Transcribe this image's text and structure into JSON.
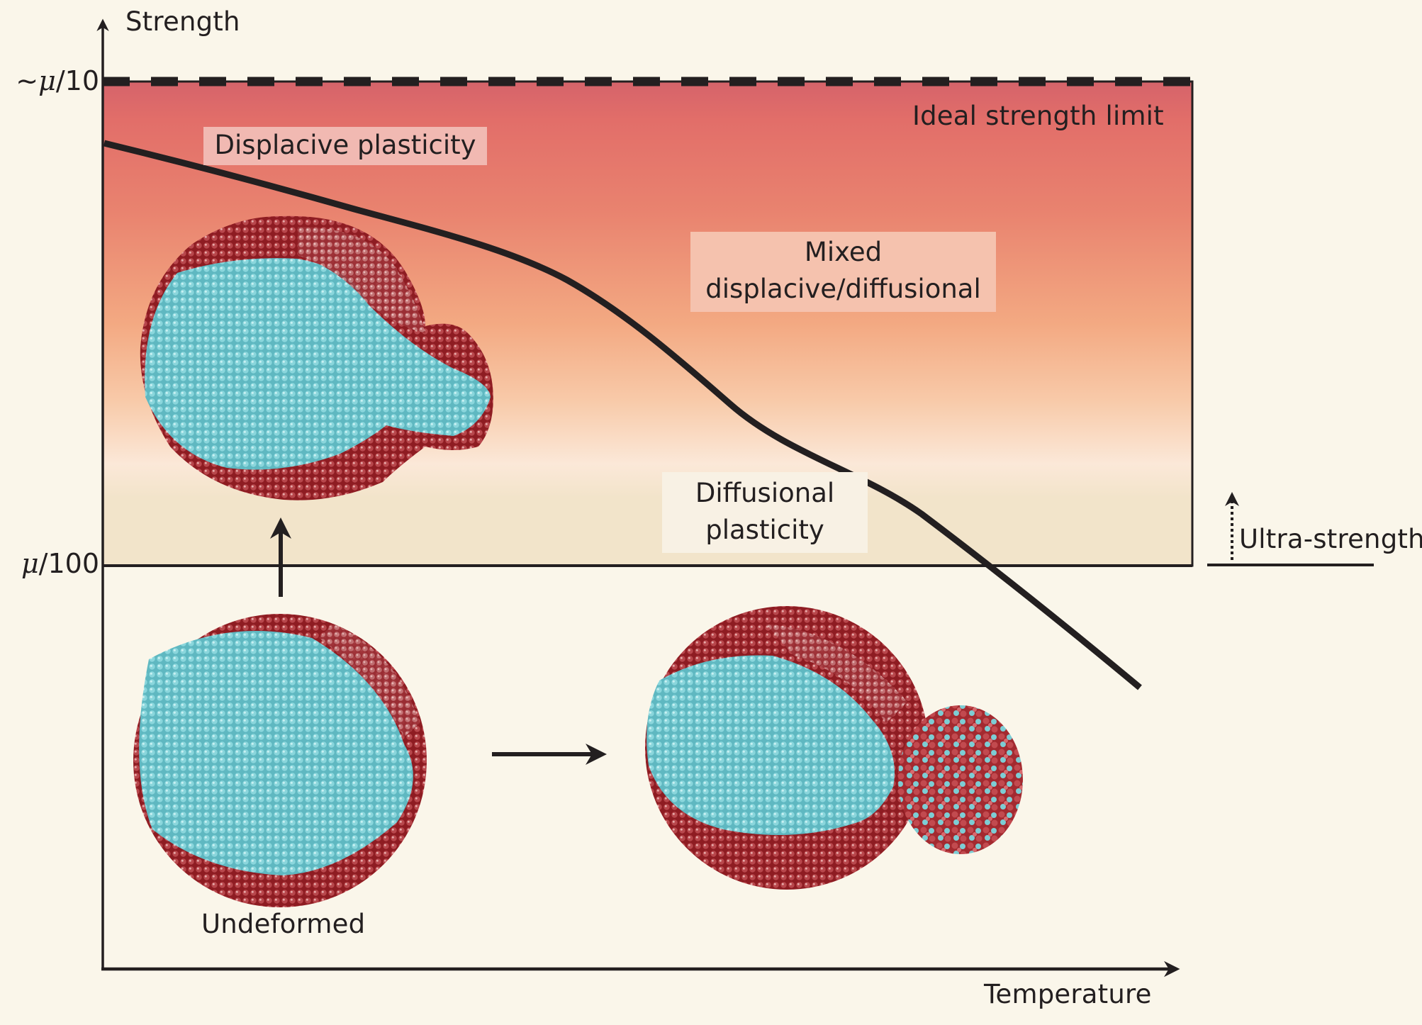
{
  "figure": {
    "y_axis_label": "Strength",
    "x_axis_label": "Temperature",
    "y_ticks": [
      {
        "prefix": "~",
        "symbol": "μ",
        "rest": "/10"
      },
      {
        "prefix": "",
        "symbol": "μ",
        "rest": "/100"
      }
    ],
    "ideal_limit_label": "Ideal strength limit",
    "regions": {
      "displacive": "Displacive plasticity",
      "mixed_line1": "Mixed",
      "mixed_line2": "displacive/diffusional",
      "diffusional_line1": "Diffusional",
      "diffusional_line2": "plasticity"
    },
    "ultra_strength_label": "Ultra-strength",
    "undeformed_label": "Undeformed"
  },
  "colors": {
    "background": "#faf6ea",
    "ink": "#231f20",
    "gradient_top": "#d5636a",
    "gradient_upper": "#e26e69",
    "gradient_mid": "#f3a982",
    "gradient_low": "#fbe8d8",
    "gradient_bottom": "#f2e4ca",
    "atom_cyan": "#67c2ca",
    "atom_red": "#8e1c22",
    "atom_red_light": "#c77a7c",
    "tag_displacive": "#f1b9b2",
    "tag_mixed": "#f5c2ae",
    "tag_diffusional": "#f8f1e4"
  }
}
